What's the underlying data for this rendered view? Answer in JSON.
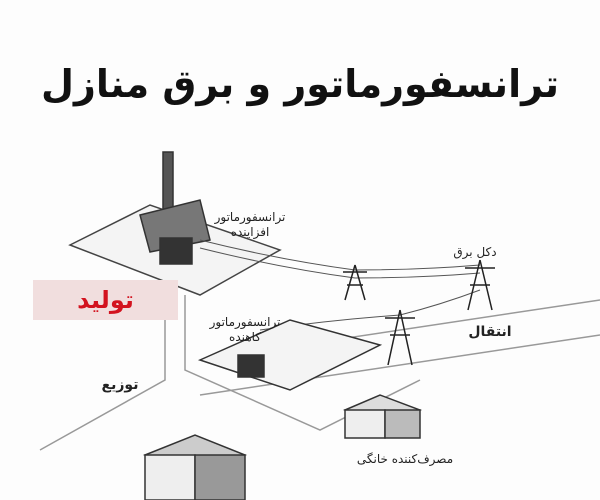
{
  "title": "ترانسفورماتور و برق منازل",
  "labels": {
    "step_up_transformer": "ترانسفورماتور افزاینده",
    "power_tower": "دکل برق",
    "generation": "تولید",
    "step_down_transformer": "ترانسفورماتور کاهنده",
    "transmission": "انتقال",
    "distribution": "توزیع",
    "household_consumer": "مصرف‌کننده خانگی"
  },
  "colors": {
    "accent_red": "#d3131f",
    "label_bg": "#f1dede"
  }
}
